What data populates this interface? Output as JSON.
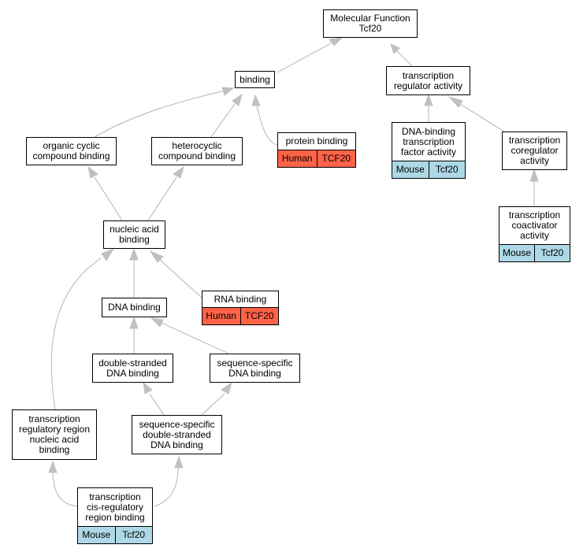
{
  "nodes": {
    "molecular_function": "Molecular Function\nTcf20",
    "binding": "binding",
    "transcription_regulator_activity": "transcription\nregulator activity",
    "organic_cyclic_compound_binding": "organic cyclic\ncompound binding",
    "heterocyclic_compound_binding": "heterocyclic\ncompound binding",
    "protein_binding": "protein binding",
    "dna_binding_tf_activity": "DNA-binding\ntranscription\nfactor activity",
    "transcription_coregulator_activity": "transcription\ncoregulator\nactivity",
    "transcription_coactivator_activity": "transcription\ncoactivator\nactivity",
    "nucleic_acid_binding": "nucleic acid\nbinding",
    "dna_binding": "DNA binding",
    "rna_binding": "RNA binding",
    "double_stranded_dna_binding": "double-stranded\nDNA binding",
    "sequence_specific_dna_binding": "sequence-specific\nDNA binding",
    "transcription_regulatory_region_nucleic_acid_binding": "transcription\nregulatory region\nnucleic acid\nbinding",
    "sequence_specific_double_stranded_dna_binding": "sequence-specific\ndouble-stranded\nDNA binding",
    "transcription_cis_regulatory_region_binding": "transcription\ncis-regulatory\nregion binding"
  },
  "annotations": {
    "protein_binding": {
      "species": "Human",
      "gene": "TCF20"
    },
    "rna_binding": {
      "species": "Human",
      "gene": "TCF20"
    },
    "dna_binding_tf_activity": {
      "species": "Mouse",
      "gene": "Tcf20"
    },
    "transcription_coactivator_activity": {
      "species": "Mouse",
      "gene": "Tcf20"
    },
    "transcription_cis_regulatory_region_binding": {
      "species": "Mouse",
      "gene": "Tcf20"
    }
  },
  "colors": {
    "mouse": "#add8e6",
    "human": "#ff6347",
    "edge": "#c0c0c0"
  }
}
